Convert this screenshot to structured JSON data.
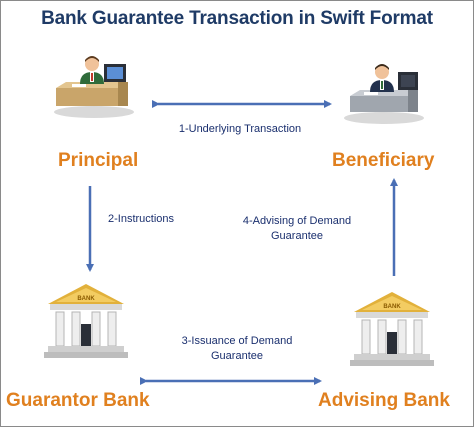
{
  "title": "Bank Guarantee Transaction in Swift Format",
  "parties": {
    "principal": "Principal",
    "beneficiary": "Beneficiary",
    "guarantor": "Guarantor Bank",
    "advising": "Advising Bank"
  },
  "bank_sign": "BANK",
  "steps": {
    "s1": "1-Underlying Transaction",
    "s2": "2-Instructions",
    "s3_line1": "3-Issuance of Demand",
    "s3_line2": "Guarantee",
    "s4_line1": "4-Advising of Demand",
    "s4_line2": "Guarantee"
  },
  "colors": {
    "title": "#1f3b66",
    "party_label": "#e0801f",
    "arrow": "#4a6fb5",
    "step_text": "#1a2f6e"
  },
  "icons": {
    "principal": "person-at-desk-icon",
    "beneficiary": "person-at-desk-icon",
    "guarantor": "bank-building-icon",
    "advising": "bank-building-icon"
  }
}
